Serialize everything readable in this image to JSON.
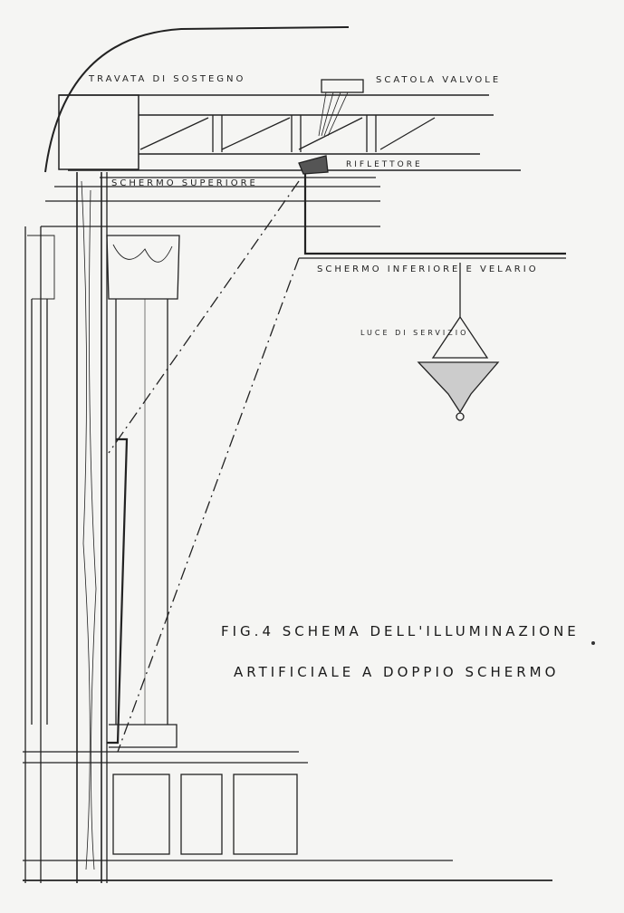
{
  "labels": {
    "travata": "TRAVATA DI SOSTEGNO",
    "scatola": "SCATOLA VALVOLE",
    "riflettore": "RIFLETTORE",
    "schermo_superiore": "SCHERMO SUPERIORE",
    "schermo_inferiore": "SCHERMO INFERIORE E VELARIO",
    "luce": "LUCE DI SERVIZIO"
  },
  "caption": {
    "line1": "FIG.4   SCHEMA DELL'ILLUMINAZIONE",
    "line2": "ARTIFICIALE A DOPPIO SCHERMO"
  }
}
